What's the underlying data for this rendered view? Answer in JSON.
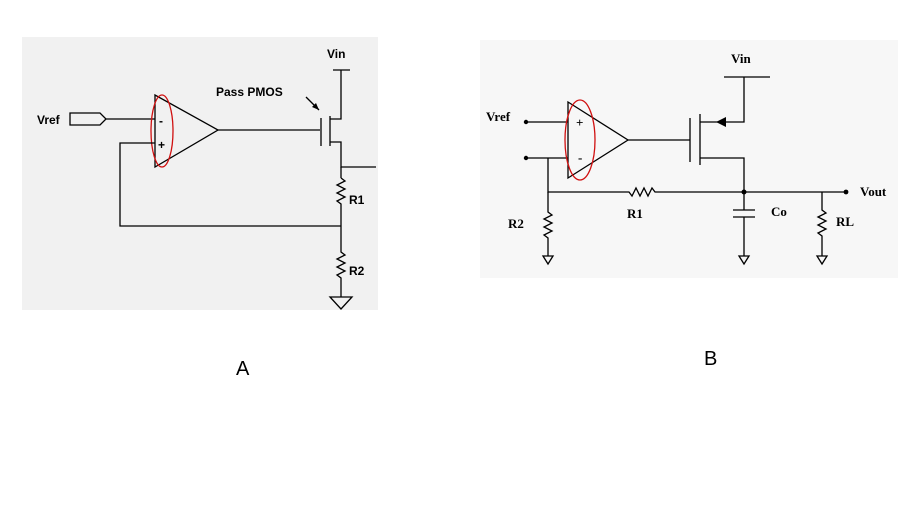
{
  "panels": {
    "a": {
      "caption": "A",
      "labels": {
        "vref": "Vref",
        "vin": "Vin",
        "pass": "Pass PMOS",
        "minus": "-",
        "plus": "+",
        "r1": "R1",
        "r2": "R2"
      }
    },
    "b": {
      "caption": "B",
      "labels": {
        "vref": "Vref",
        "vin": "Vin",
        "plus": "+",
        "minus": "-",
        "r1": "R1",
        "r2": "R2",
        "co": "Co",
        "rl": "RL",
        "vout": "Vout"
      }
    }
  },
  "colors": {
    "panel_a_background": "#f1f1f1",
    "panel_b_background": "#f7f7f7",
    "highlight": "#d01010",
    "wire": "#000000"
  }
}
